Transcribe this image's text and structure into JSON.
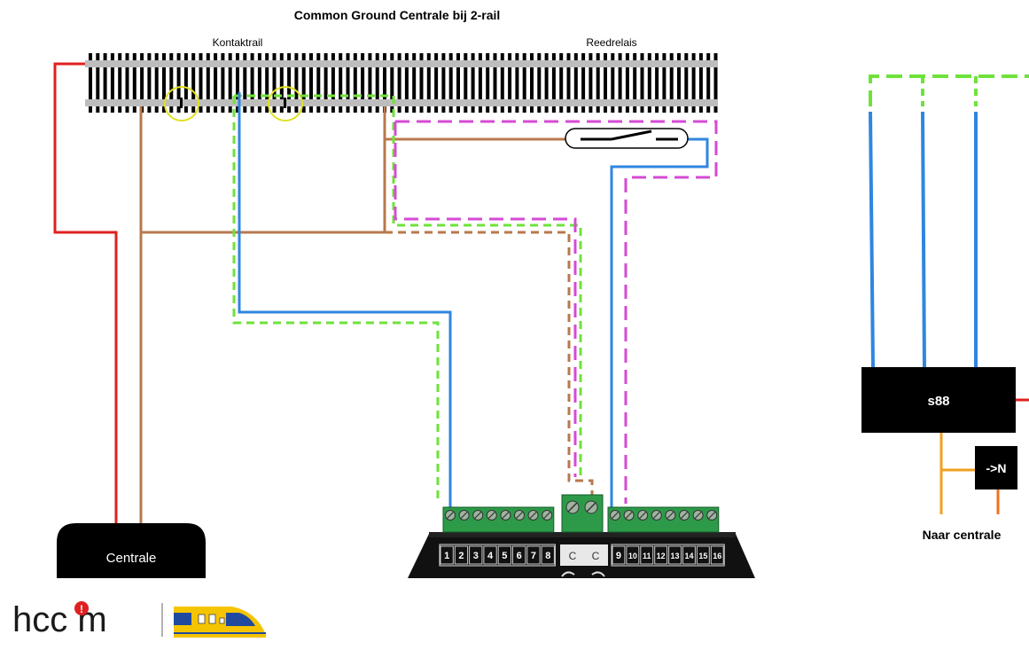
{
  "diagram": {
    "title": "Common Ground Centrale bij 2-rail",
    "labels": {
      "contact_rail": "Kontaktrail",
      "reed_relay": "Reedrelais",
      "central": "Centrale",
      "s88": "s88",
      "to_n": "->N",
      "to_central": "Naar centrale"
    },
    "terminal_numbers_left": [
      "1",
      "2",
      "3",
      "4",
      "5",
      "6",
      "7",
      "8"
    ],
    "terminal_common": [
      "C",
      "C"
    ],
    "terminal_numbers_right": [
      "9",
      "10",
      "11",
      "12",
      "13",
      "14",
      "15",
      "16"
    ]
  },
  "logo": {
    "brand_text": "hcc m",
    "mark": "!"
  },
  "colors": {
    "wire_red": "#e02020",
    "wire_brown": "#b8784e",
    "wire_blue": "#2f86e0",
    "wire_green_dashed": "#6fe23a",
    "wire_magenta_dashed": "#d64ad6",
    "wire_orange": "#f0a020",
    "contact_marker": "#e0e020",
    "rail": "#bdbdbd",
    "sleeper": "#000000"
  }
}
